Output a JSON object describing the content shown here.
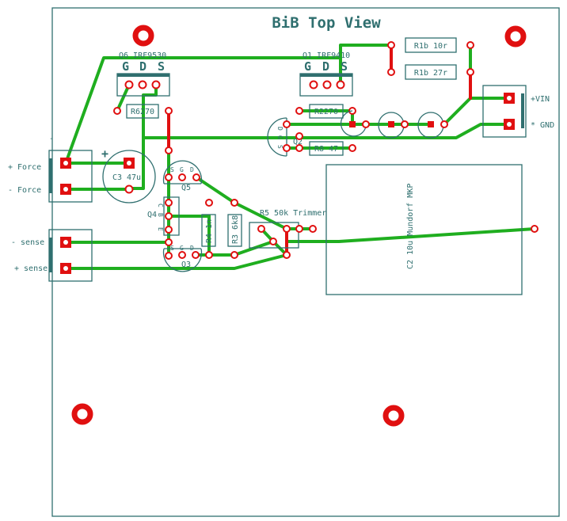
{
  "title": "BiB Top View",
  "components": {
    "q6": {
      "label": "Q6 IRF9530",
      "pins": [
        "G",
        "D",
        "S"
      ]
    },
    "q1": {
      "label": "Q1 IRF9410",
      "pins": [
        "G",
        "D",
        "S"
      ]
    },
    "r6": "R6270",
    "r2": "R2270",
    "r8": "R8 47",
    "r1b_10": "R1b 10r",
    "r1b_27": "R1b 27r",
    "c3": "C3 47u",
    "c3_plus": "+",
    "q5": {
      "label": "Q5",
      "pins": [
        "S",
        "G",
        "D"
      ]
    },
    "q4": {
      "label": "Q4",
      "pins": [
        "C",
        "B",
        "E"
      ]
    },
    "q3": {
      "label": "Q3",
      "pins": [
        "S",
        "G",
        "D"
      ]
    },
    "q2": {
      "label": "Q2",
      "pins": [
        "D",
        "G",
        "S"
      ]
    },
    "r4": "R4 1n",
    "r3": "R3 6k8",
    "r5": "R5 50k Trimmer",
    "c2": "C2 10u Mundorf MKP"
  },
  "connectors": {
    "vin": "+VIN",
    "gnd": "* GND",
    "force_plus": "+ Force",
    "force_minus": "- Force",
    "sense_minus": "- sense",
    "sense_plus": "+ sense",
    "dash": "-"
  },
  "colors": {
    "outline": "#2f6f6f",
    "trace": "#1fae1f",
    "pad": "#e01010",
    "background": "#ffffff"
  }
}
